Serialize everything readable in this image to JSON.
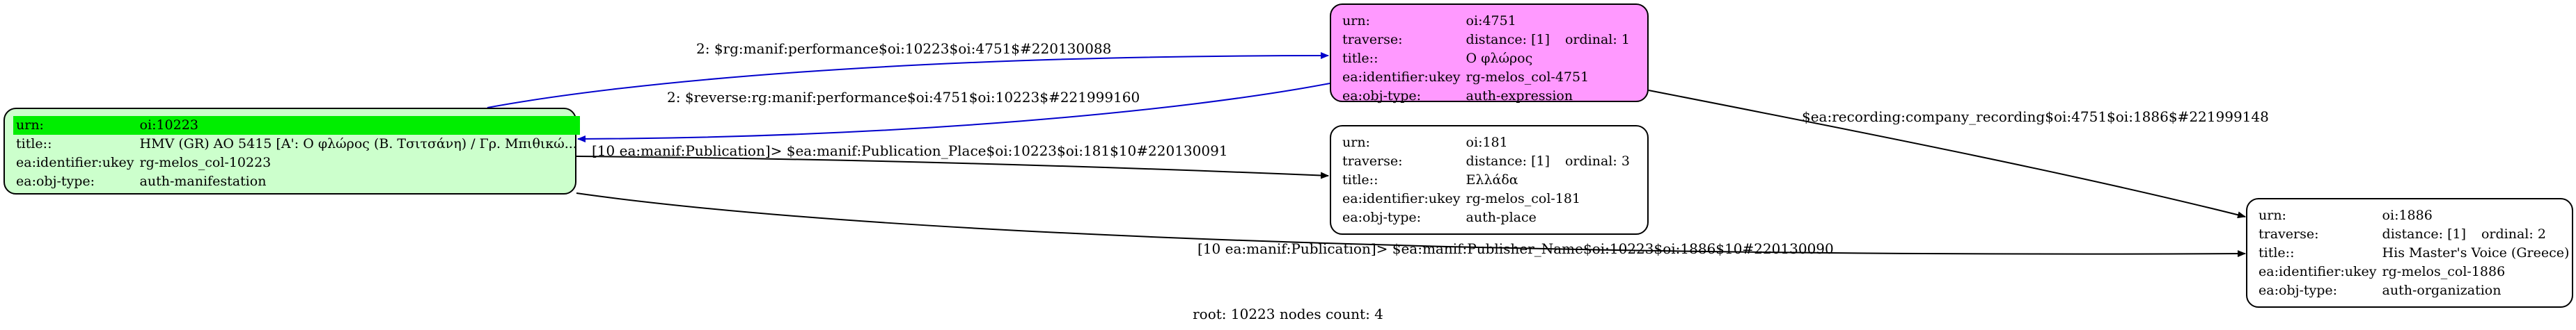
{
  "nodes": {
    "n10223": {
      "urn": "oi:10223",
      "title": "HMV (GR) AO 5415 [A': Ο φλώρος (Β. Τσιτσάνη) / Γρ. Μπιθικώ...",
      "identifier": "rg-melos_col-10223",
      "objtype": "auth-manifestation"
    },
    "n4751": {
      "urn": "oi:4751",
      "distance": "distance: [1]",
      "ordinal": "ordinal: 1",
      "title": "Ο φλώρος",
      "identifier": "rg-melos_col-4751",
      "objtype": "auth-expression"
    },
    "n181": {
      "urn": "oi:181",
      "distance": "distance: [1]",
      "ordinal": "ordinal: 3",
      "title": "Ελλάδα",
      "identifier": "rg-melos_col-181",
      "objtype": "auth-place"
    },
    "n1886": {
      "urn": "oi:1886",
      "distance": "distance: [1]",
      "ordinal": "ordinal: 2",
      "title": "His Master's Voice (Greece)",
      "identifier": "rg-melos_col-1886",
      "objtype": "auth-organization"
    }
  },
  "field_labels": {
    "urn": "urn:",
    "traverse": "traverse:",
    "title": "title::",
    "identifier": "ea:identifier:ukey",
    "objtype": "ea:obj-type:"
  },
  "edges": {
    "performance": "2: $rg:manif:performance$oi:10223$oi:4751$#220130088",
    "reverse_performance": "2: $reverse:rg:manif:performance$oi:4751$oi:10223$#221999160",
    "publication_place": "[10 ea:manif:Publication]> $ea:manif:Publication_Place$oi:10223$oi:181$10#220130091",
    "company_recording": "$ea:recording:company_recording$oi:4751$oi:1886$#221999148",
    "publisher_name": "[10 ea:manif:Publication]> $ea:manif:Publisher_Name$oi:10223$oi:1886$10#220130090"
  },
  "colors": {
    "blue_edge": "#0000cc",
    "black_edge": "#000000",
    "manifestation_fill": "#ccffcc",
    "manifestation_highlight": "#00ee00",
    "expression_fill": "#ff99ff"
  },
  "footer": "root: 10223 nodes count: 4"
}
